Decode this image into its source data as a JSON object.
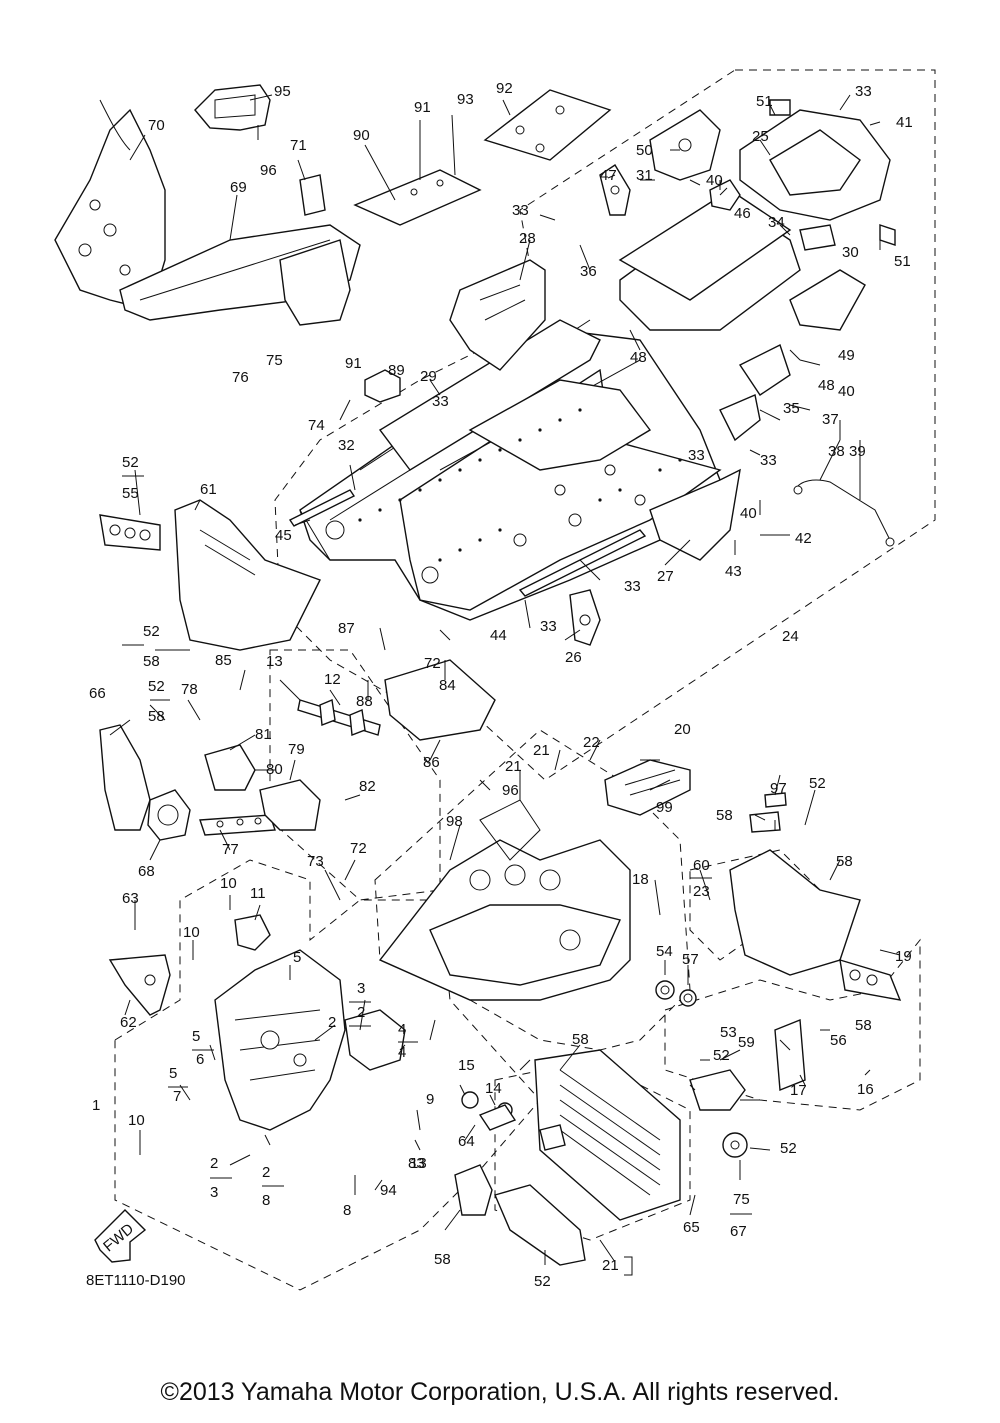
{
  "diagram_code": "8ET1110-D190",
  "copyright": "©2013 Yamaha Motor Corporation, U.S.A. All rights reserved.",
  "fwd_label": "FWD",
  "callouts": [
    "95",
    "70",
    "96",
    "71",
    "69",
    "91",
    "93",
    "92",
    "90",
    "33",
    "41",
    "51",
    "25",
    "50",
    "47",
    "31",
    "40",
    "46",
    "33",
    "28",
    "36",
    "34",
    "30",
    "51",
    "48",
    "49",
    "40",
    "48",
    "91",
    "89",
    "29",
    "33",
    "75",
    "76",
    "74",
    "35",
    "37",
    "38",
    "39",
    "33",
    "33",
    "32",
    "45",
    "40",
    "42",
    "43",
    "27",
    "33",
    "52",
    "55",
    "61",
    "33",
    "24",
    "44",
    "26",
    "87",
    "72",
    "84",
    "88",
    "86",
    "52",
    "58",
    "85",
    "13",
    "12",
    "78",
    "81",
    "52",
    "58",
    "66",
    "80",
    "79",
    "82",
    "77",
    "68",
    "73",
    "72",
    "10",
    "11",
    "63",
    "10",
    "62",
    "5",
    "3",
    "2",
    "2",
    "4",
    "5",
    "6",
    "5",
    "7",
    "1",
    "10",
    "4",
    "2",
    "3",
    "2",
    "8",
    "9",
    "13",
    "8",
    "94",
    "83",
    "20",
    "22",
    "21",
    "21",
    "96",
    "98",
    "99",
    "97",
    "52",
    "58",
    "60",
    "23",
    "58",
    "18",
    "19",
    "54",
    "57",
    "58",
    "56",
    "53",
    "59",
    "52",
    "17",
    "16",
    "15",
    "14",
    "64",
    "58",
    "52",
    "75",
    "67",
    "65",
    "58",
    "52",
    "21"
  ]
}
